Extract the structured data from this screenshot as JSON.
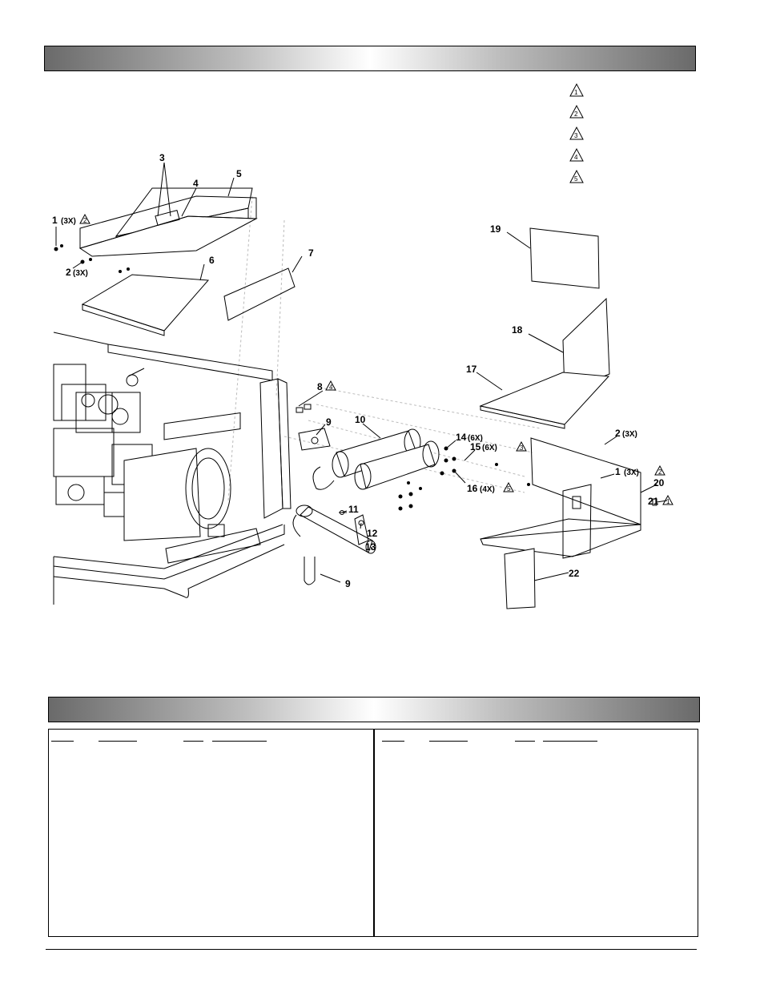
{
  "notes": {
    "triangles": [
      "1",
      "2",
      "3",
      "4",
      "5"
    ]
  },
  "callouts": {
    "c3": "3",
    "c4": "4",
    "c5": "5",
    "c1a": "1",
    "c1a_qty": "(3X)",
    "c1a_note": "2",
    "c2a": "2",
    "c2a_qty": "(3X)",
    "c6": "6",
    "c7": "7",
    "c19": "19",
    "c18": "18",
    "c17": "17",
    "c8": "8",
    "c8_note": "4",
    "c9a": "9",
    "c10": "10",
    "c14": "14",
    "c14_qty": "(6X)",
    "c15": "15",
    "c15_qty": "(6X)",
    "c15_note": "3",
    "c16": "16",
    "c16_qty": "(4X)",
    "c16_note": "5",
    "c2b": "2",
    "c2b_qty": "(3X)",
    "c1b": "1",
    "c1b_qty": "(3X)",
    "c1b_note": "2",
    "c20": "20",
    "c21": "21",
    "c21_note": "1",
    "c11": "11",
    "c12": "12",
    "c13": "13",
    "c9b": "9",
    "c22": "22"
  },
  "colors": {
    "bar_dark": "#6a6a6a",
    "bar_light": "#ffffff",
    "line": "#000000"
  }
}
